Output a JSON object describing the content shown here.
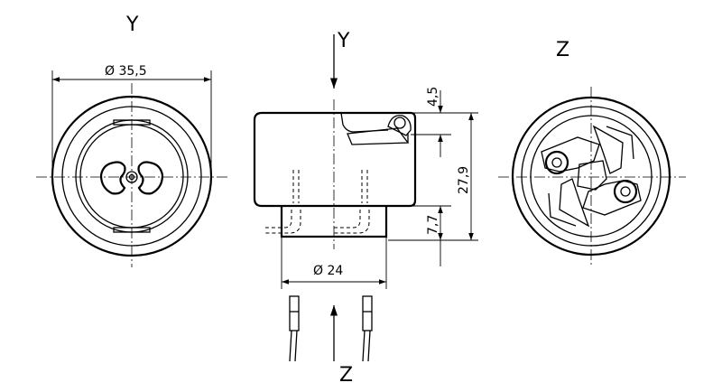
{
  "views": {
    "left_label": "Y",
    "center_arrow_label": "Y",
    "right_label": "Z",
    "bottom_arrow_label": "Z"
  },
  "dimensions": {
    "outer_diameter": "Ø 35,5",
    "base_diameter": "Ø 24",
    "top_depth": "4,5",
    "total_height": "27,9",
    "base_height": "7,7"
  }
}
